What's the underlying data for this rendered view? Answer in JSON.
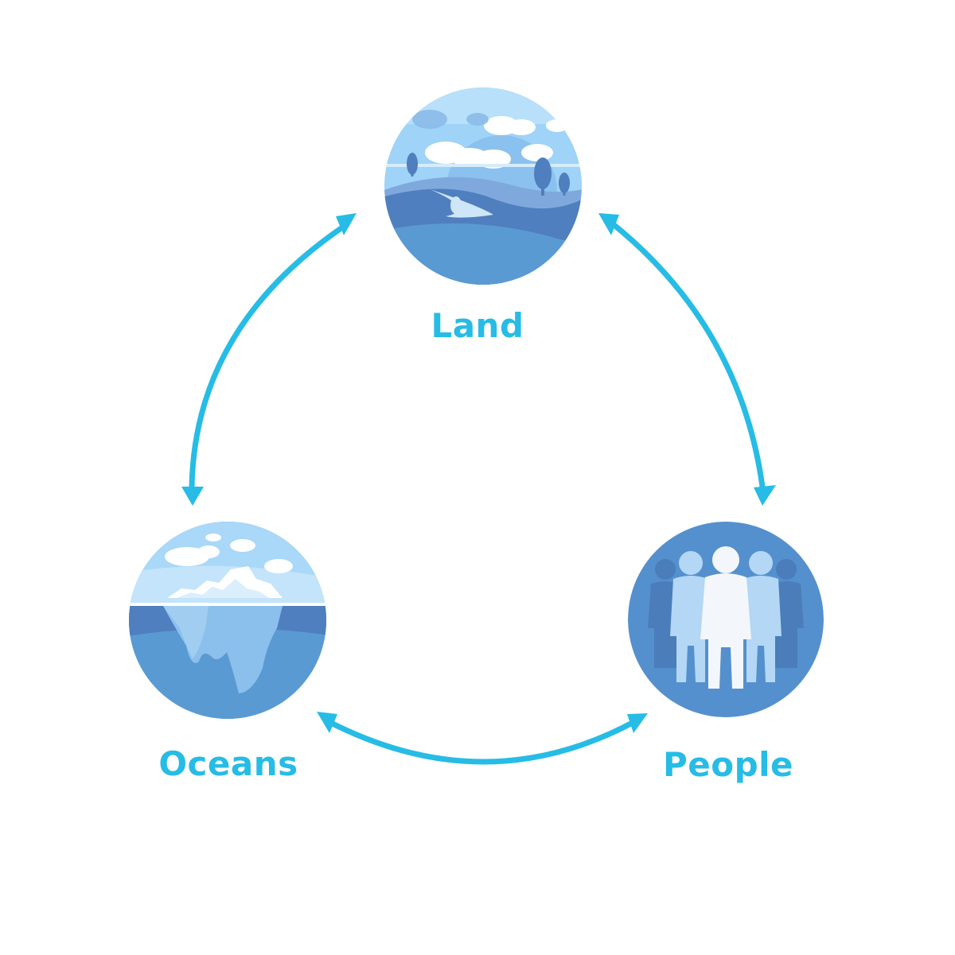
{
  "diagram": {
    "nodes": [
      {
        "id": "land",
        "label": "Land",
        "icon": "landscape-hills-icon"
      },
      {
        "id": "oceans",
        "label": "Oceans",
        "icon": "iceberg-icon"
      },
      {
        "id": "people",
        "label": "People",
        "icon": "people-group-icon"
      }
    ],
    "edges": [
      {
        "from": "land",
        "to": "people",
        "direction": "both"
      },
      {
        "from": "people",
        "to": "oceans",
        "direction": "both"
      },
      {
        "from": "oceans",
        "to": "land",
        "direction": "both"
      }
    ]
  },
  "colors": {
    "arrow": "#26bce6",
    "label": "#26bce6",
    "sky": "#9fd3f7",
    "cloud": "#ffffff",
    "land_dark": "#4f7fbf",
    "land_mid": "#5a9ad3",
    "circle_bg": "#5590ce"
  }
}
